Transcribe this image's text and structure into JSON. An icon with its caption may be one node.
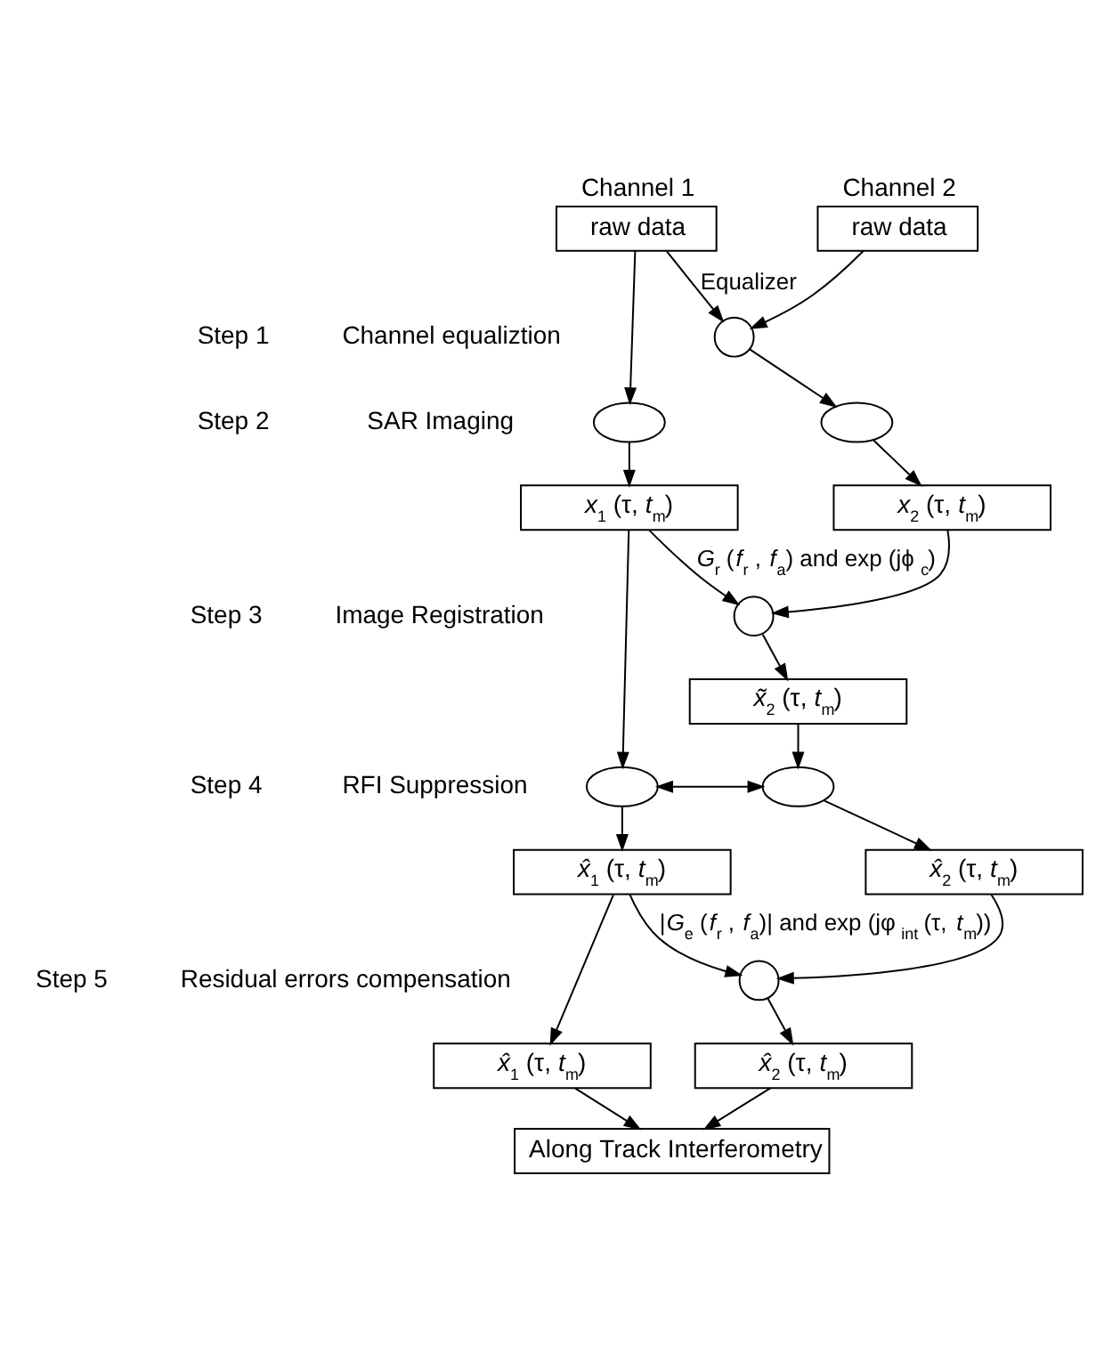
{
  "diagram": {
    "nodes": [
      {
        "text": [
          "raw data"
        ],
        "beside": [
          "Channel 1"
        ]
      },
      {
        "text": [
          "raw data"
        ],
        "beside": [
          "Channel 2"
        ]
      },
      {
        "text": [],
        "shape": "circle"
      },
      {
        "text": [],
        "shape": "ellipse"
      },
      {
        "text": [],
        "shape": "ellipse"
      },
      {
        "text": [
          "*x*$_{1}$ (τ, *t*$_{m}$)"
        ]
      },
      {
        "text": [
          "*x*$_{2}$ (τ, *t*$_{m}$)"
        ]
      },
      {
        "text": [],
        "shape": "circle"
      },
      {
        "text": [
          "*x̃*$_{2}$ (τ, *t*$_{m}$)"
        ]
      },
      {
        "text": [],
        "shape": "ellipse"
      },
      {
        "text": [],
        "shape": "ellipse"
      },
      {
        "text": [
          "*x̂*$_{1}$ (τ, *t*$_{m}$)"
        ]
      },
      {
        "text": [
          "*x̂*$_{2}$ (τ, *t*$_{m}$)"
        ]
      },
      {
        "text": [],
        "shape": "circle"
      },
      {
        "text": [
          "*x̂*$_{1}$ (τ, *t*$_{m}$)"
        ]
      },
      {
        "text": [
          "*x̂*$_{2}$ (τ, *t*$_{m}$)"
        ]
      },
      {
        "text": [
          "Along Track Interferometry"
        ]
      }
    ],
    "edges": [
      {
        "from": 0,
        "to": 3,
        "arrow": "to"
      },
      {
        "from": 0,
        "to": 2,
        "arrow": "to",
        "label": "Equalizer"
      },
      {
        "from": 1,
        "to": 2,
        "arrow": "to"
      },
      {
        "from": 3,
        "to": 5,
        "arrow": "to"
      },
      {
        "from": 2,
        "to": 4,
        "arrow": "to"
      },
      {
        "from": 4,
        "to": 6,
        "arrow": "to"
      },
      {
        "from": 5,
        "to": 7,
        "arrow": "to",
        "label": "*G*$_{r}$ (*f*$_{r}$ , *f*$_{a}$) and exp (jϕ$_{c}$)"
      },
      {
        "from": 6,
        "to": 7,
        "arrow": "to"
      },
      {
        "from": 7,
        "to": 8,
        "arrow": "to"
      },
      {
        "from": 5,
        "to": 9,
        "arrow": "to"
      },
      {
        "from": 8,
        "to": 10,
        "arrow": "to"
      },
      {
        "from": 9,
        "to": 10,
        "arrow": "both"
      },
      {
        "from": 9,
        "to": 11,
        "arrow": "to"
      },
      {
        "from": 10,
        "to": 12,
        "arrow": "to"
      },
      {
        "from": 11,
        "to": 13,
        "arrow": "to",
        "label": "|*G*$_{e}$ (*f*$_{r}$ , *f*$_{a}$)| and exp (jφ$_{int}$ (τ, *t*$_{m}$))"
      },
      {
        "from": 12,
        "to": 13,
        "arrow": "to"
      },
      {
        "from": 11,
        "to": 14,
        "arrow": "to"
      },
      {
        "from": 13,
        "to": 15,
        "arrow": "to"
      },
      {
        "from": 14,
        "to": 16,
        "arrow": "to"
      },
      {
        "from": 15,
        "to": 16,
        "arrow": "to"
      }
    ],
    "labels": [
      "Step 1",
      "Channel equaliztion",
      "Step 2",
      "SAR Imaging",
      "Step 3",
      "Image Registration",
      "Step 4",
      "RFI Suppression",
      "Step 5",
      "Residual errors compensation"
    ]
  }
}
